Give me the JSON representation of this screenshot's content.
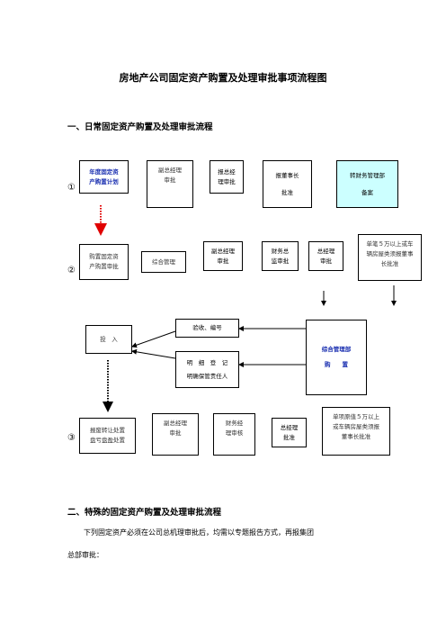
{
  "title": "房地产公司固定资产购置及处理审批事项流程图",
  "section1": {
    "heading": "一、日常固定资产购置及处理审批流程"
  },
  "section2": {
    "heading": "二、特殊的固定资产购置及处理审批流程",
    "para_line1": "下列固定资产必须在公司总机理审批后，均需以专题报告方式，再报集团",
    "para_line2": "总部审批："
  },
  "row_markers": [
    "①",
    "②",
    "③"
  ],
  "row1": {
    "plan": [
      "年度固定资",
      "产购置计划"
    ],
    "vp": [
      "副总经理",
      "审批"
    ],
    "gm": [
      "报总经",
      "理审批"
    ],
    "chair": [
      "报董事长",
      "批准"
    ],
    "finance": [
      "转财务管理部",
      "备案"
    ]
  },
  "row2": {
    "apply": [
      "购置固定资",
      "产购置审批"
    ],
    "admin": [
      "综合管理"
    ],
    "vp": [
      "副总经理",
      "审批"
    ],
    "cfo": [
      "财务总",
      "监审批"
    ],
    "gm": [
      "总经理",
      "审批"
    ],
    "note": [
      "单笔５万以上或车",
      "辆房屋类须报董事",
      "长批准"
    ]
  },
  "row3": {
    "invest": [
      "投　入"
    ],
    "accept": [
      "验收、编号"
    ],
    "register": [
      "明　细　登　记",
      "明确保管责任人"
    ],
    "purchase": [
      "综合管理部",
      "购　　置"
    ]
  },
  "row4": {
    "dispose": [
      "报废转让处置",
      "盘亏盘盈处置"
    ],
    "vp": [
      "副总经理",
      "审批"
    ],
    "cfo": [
      "财务经",
      "理审核"
    ],
    "gm": [
      "总经理",
      "批准"
    ],
    "note": [
      "单项原值５万以上",
      "或车辆房屋类须报",
      "董事长批准"
    ]
  }
}
